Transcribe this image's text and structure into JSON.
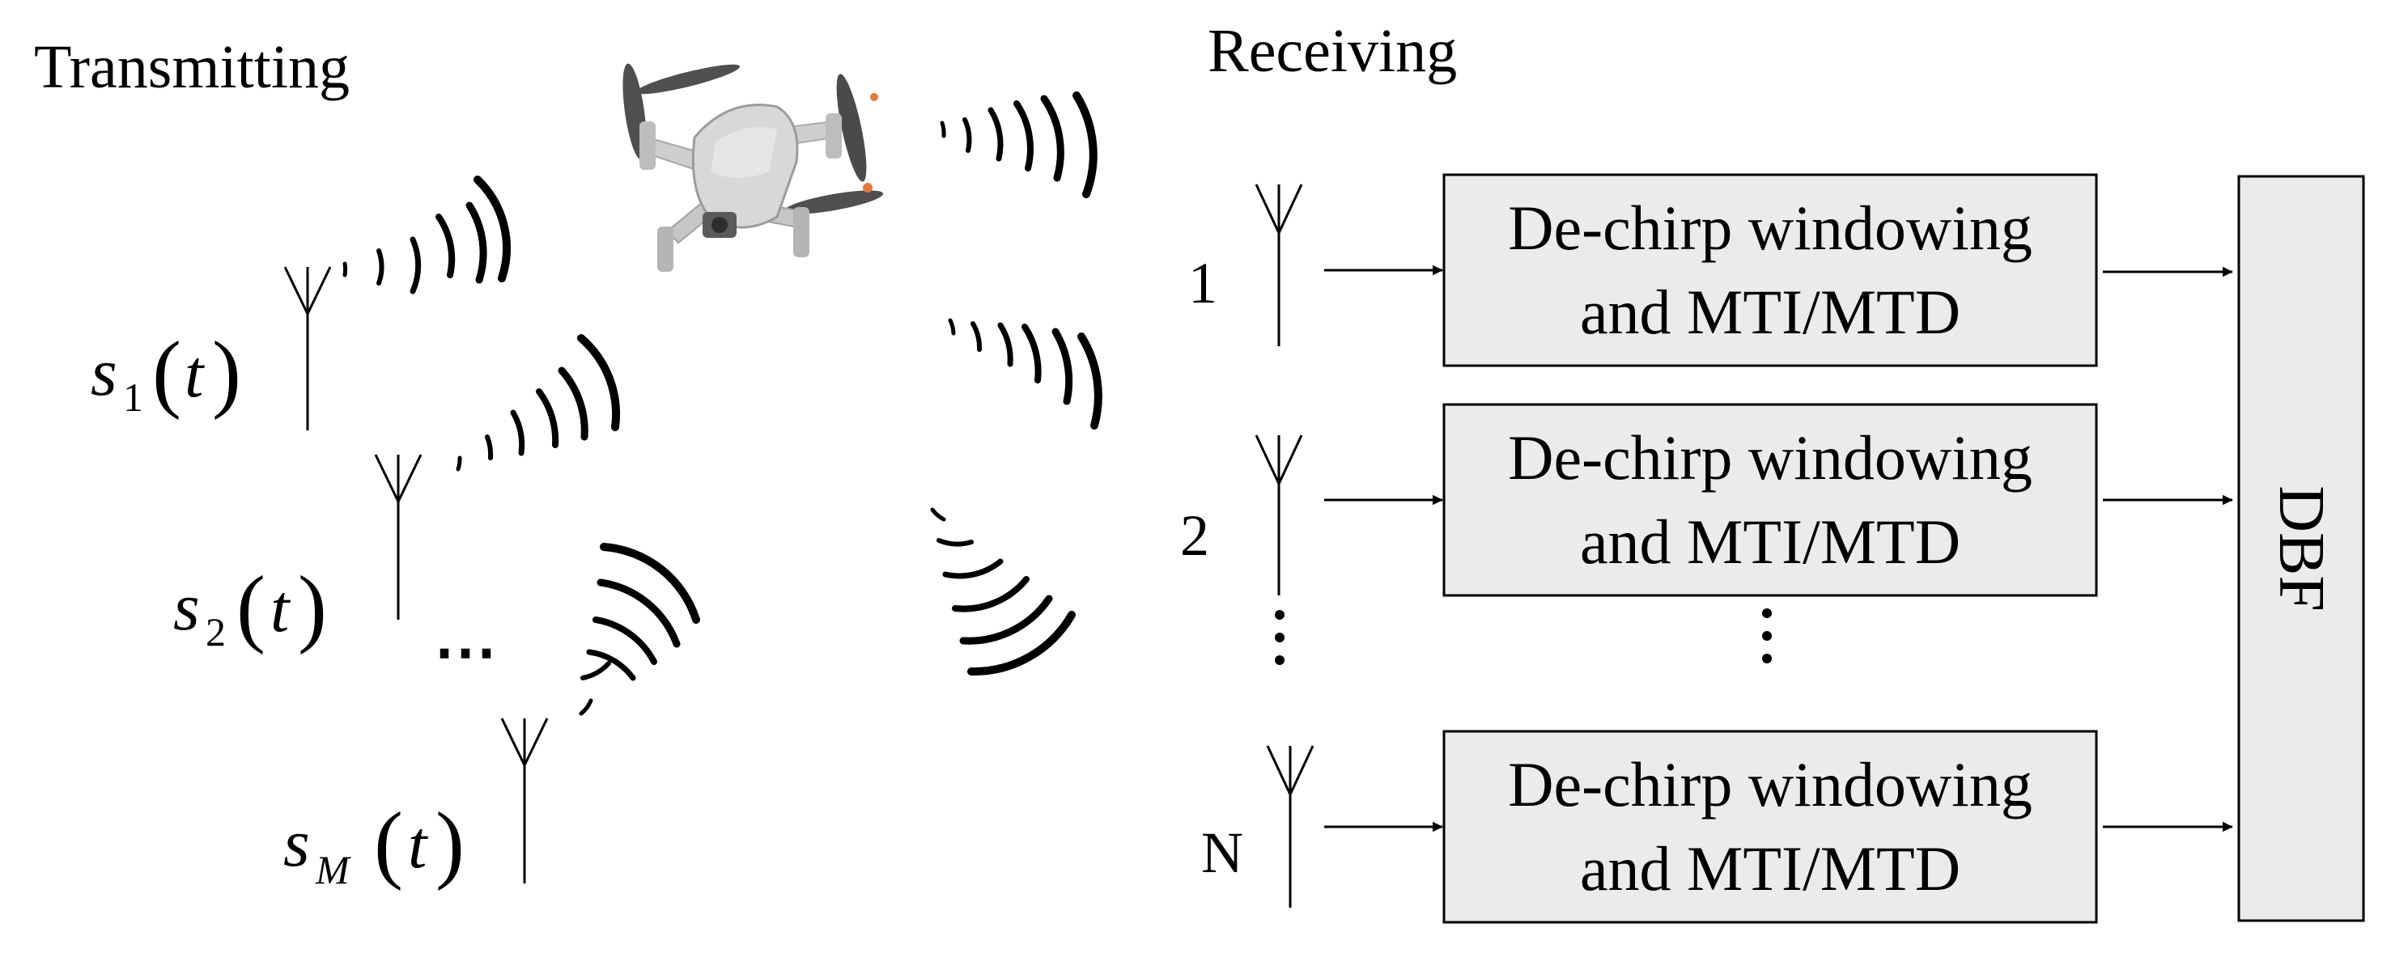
{
  "labels": {
    "transmitting": "Transmitting",
    "receiving": "Receiving",
    "dbf": "DBF",
    "ellipsis": "⋯"
  },
  "transmit_signals": [
    {
      "base": "s",
      "sub": "1",
      "arg": "t"
    },
    {
      "base": "s",
      "sub": "2",
      "arg": "t"
    },
    {
      "base": "s",
      "sub": "M",
      "arg": "t"
    }
  ],
  "receive_channels": [
    {
      "index": "1",
      "line1": "De-chirp windowing",
      "line2": "and MTI/MTD"
    },
    {
      "index": "2",
      "line1": "De-chirp windowing",
      "line2": "and MTI/MTD"
    },
    {
      "index": "N",
      "line1": "De-chirp windowing",
      "line2": "and MTI/MTD"
    }
  ],
  "colors": {
    "box_fill": "#ebebeb",
    "line": "#000000",
    "drone_body": "#d8d8d8",
    "drone_dark": "#5a5a5a",
    "prop_tip": "#e07a3c"
  }
}
